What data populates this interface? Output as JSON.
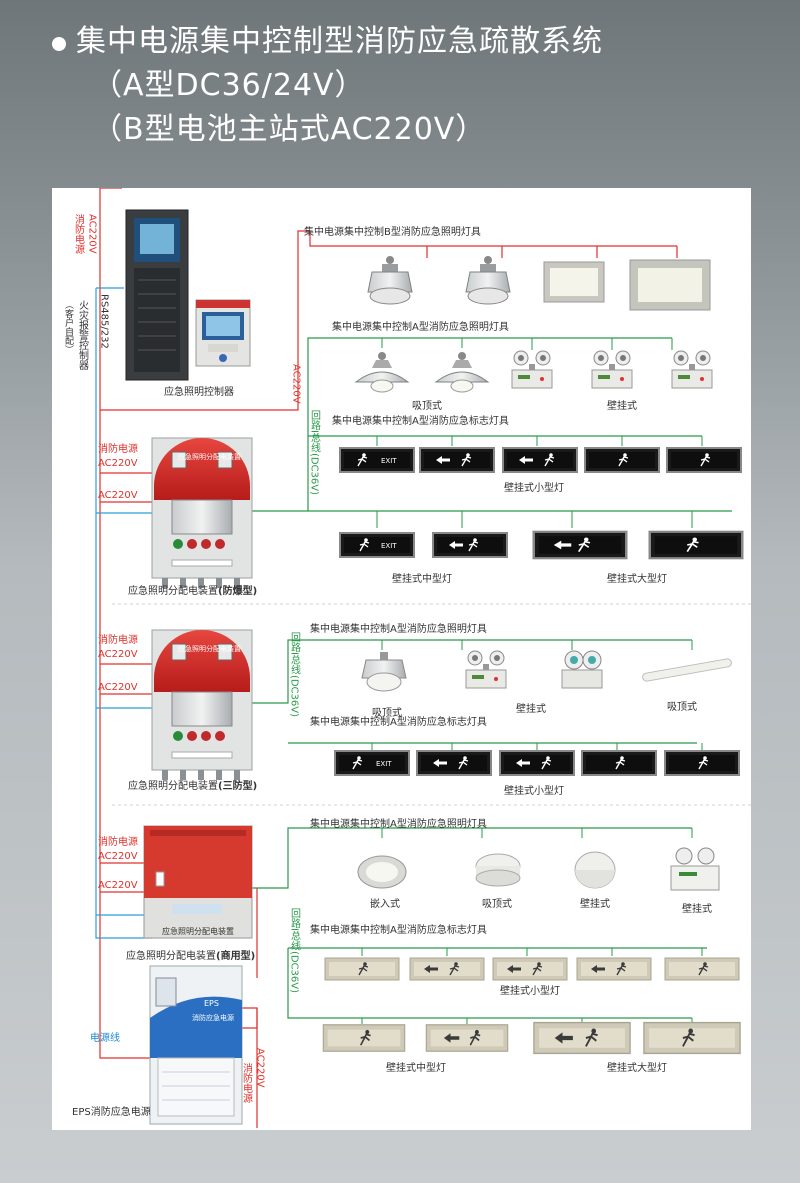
{
  "header": {
    "line1": "集中电源集中控制型消防应急疏散系统",
    "line2": "（A型DC36/24V）",
    "line3": "（B型电池主站式AC220V）"
  },
  "top": {
    "fire_power": "消防电源",
    "ac220_top": "AC220V",
    "alarm_line1": "火灾报警控制器",
    "alarm_line2": "（客户自配）",
    "rs485": "RS485/232",
    "controller_label": "应急照明控制器",
    "ac220_riser": "AC220V",
    "loop_label": "回路I总线(DC36V)"
  },
  "section1": {
    "box_fire_power": "消防电源",
    "box_ac220_1": "AC220V",
    "box_ac220_2": "AC220V",
    "device_prefix": "应急照明分配电装置",
    "device_suffix": "(防爆型)",
    "cab_header": "应急照明分配电装置",
    "b_group": "集中电源集中控制B型消防应急照明灯具",
    "a_group": "集中电源集中控制A型消防应急照明灯具",
    "a_ceiling": "吸顶式",
    "a_wall": "壁挂式",
    "sign_group": "集中电源集中控制A型消防应急标志灯具",
    "small_label": "壁挂式小型灯",
    "mid_label": "壁挂式中型灯",
    "big_label": "壁挂式大型灯",
    "exit": "EXIT"
  },
  "section2": {
    "box_fire_power": "消防电源",
    "box_ac220_1": "AC220V",
    "box_ac220_2": "AC220V",
    "device_prefix": "应急照明分配电装置",
    "device_suffix": "(三防型)",
    "loop_label": "回路I总线(DC36V)",
    "a_group": "集中电源集中控制A型消防应急照明灯具",
    "ceiling1": "吸顶式",
    "wall1": "壁挂式",
    "ceiling2": "吸顶式",
    "sign_group": "集中电源集中控制A型消防应急标志灯具",
    "small_label": "壁挂式小型灯"
  },
  "section3": {
    "box_fire_power": "消防电源",
    "box_ac220_1": "AC220V",
    "box_ac220_2": "AC220V",
    "device_prefix": "应急照明分配电装置",
    "device_suffix": "(商用型)",
    "cab_header": "应急照明分配电装置",
    "loop_label": "回路I总线(DC36V)",
    "a_group": "集中电源集中控制A型消防应急照明灯具",
    "embedded": "嵌入式",
    "ceiling": "吸顶式",
    "wall1": "壁挂式",
    "wall2": "壁挂式",
    "sign_group": "集中电源集中控制A型消防应急标志灯具",
    "small_label": "壁挂式小型灯",
    "mid_label": "壁挂式中型灯",
    "big_label": "壁挂式大型灯"
  },
  "eps": {
    "power_line": "电源线",
    "fire_power": "消防电源",
    "ac220": "AC220V",
    "label": "EPS消防应急电源",
    "brand": "EPS",
    "brand_sub": "消防应急电源"
  },
  "colors": {
    "red_line": "#e0312c",
    "blue_line": "#2a9fd8",
    "green_line": "#2a9a4a",
    "label_blue": "#1a8ad4",
    "text_red": "#d8292a",
    "header_text": "#ffffff"
  },
  "icons": [
    "ex-lamp-icon",
    "floodlight-icon",
    "twin-head-lamp-icon",
    "exit-sign-icon",
    "arrow-sign-icon",
    "downlight-icon",
    "tube-lamp-icon",
    "cabinet-icon",
    "panel-icon",
    "distribution-box-icon",
    "eps-cabinet-icon"
  ]
}
